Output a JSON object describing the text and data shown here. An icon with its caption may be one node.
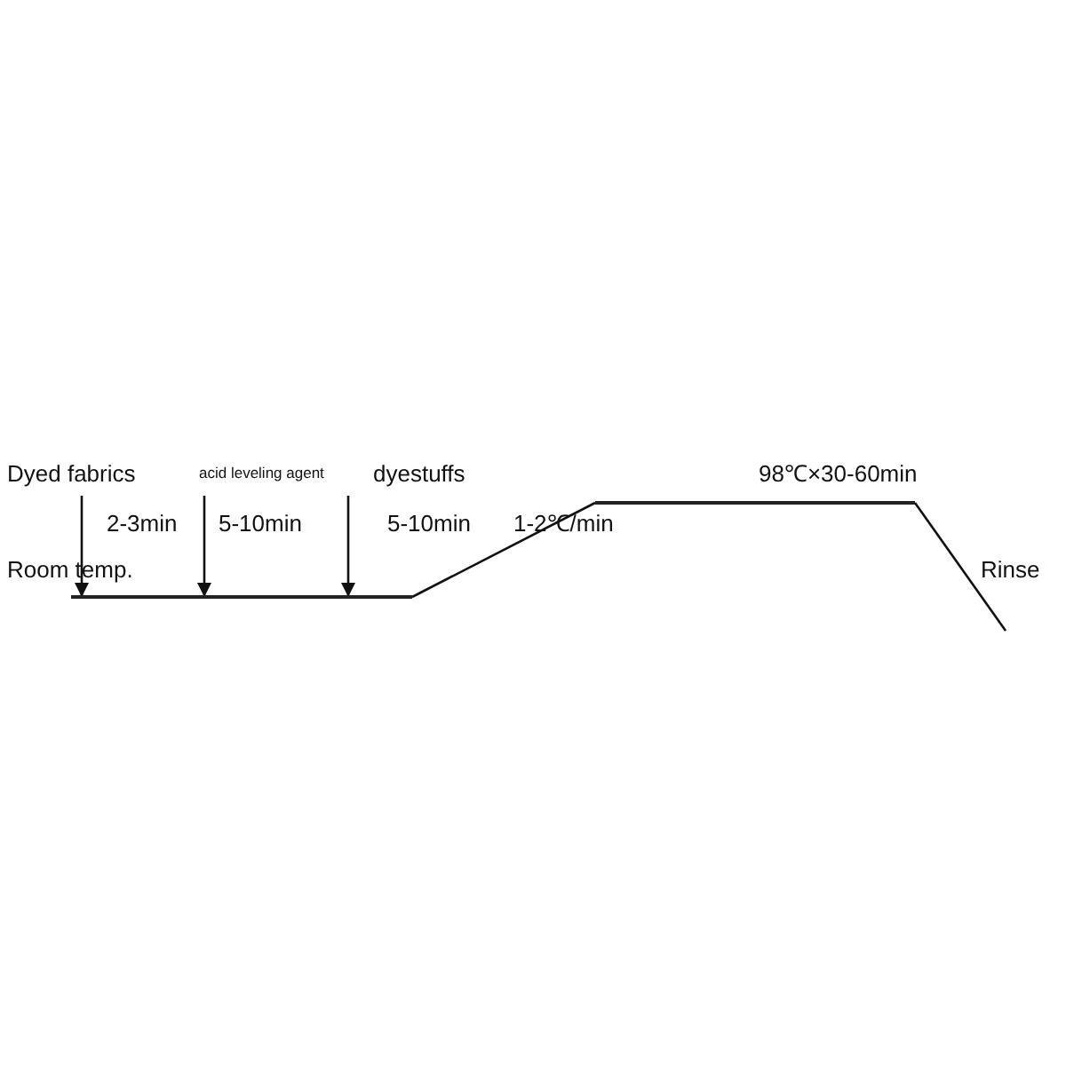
{
  "diagram": {
    "nodes": [
      {
        "text": [
          "Dyed fabrics"
        ]
      },
      {
        "text": [
          "acid leveling agent"
        ]
      },
      {
        "text": [
          "dyestuffs"
        ]
      },
      {
        "text": [],
        "shape": "bar"
      },
      {
        "text": [],
        "shape": "bar"
      }
    ],
    "edges": [
      {
        "from": 0,
        "to": 3,
        "arrow": "to"
      },
      {
        "from": 1,
        "to": 3,
        "arrow": "to"
      },
      {
        "from": 2,
        "to": 3,
        "arrow": "to"
      },
      {
        "from": 3,
        "to": 4,
        "arrow": "none"
      },
      {
        "from": 4,
        "to": null,
        "arrow": "none"
      }
    ],
    "labels": [
      "2-3min",
      "5-10min",
      "5-10min",
      "1-2℃/min",
      "Room temp.",
      "98℃×30-60min",
      "Rinse"
    ]
  }
}
